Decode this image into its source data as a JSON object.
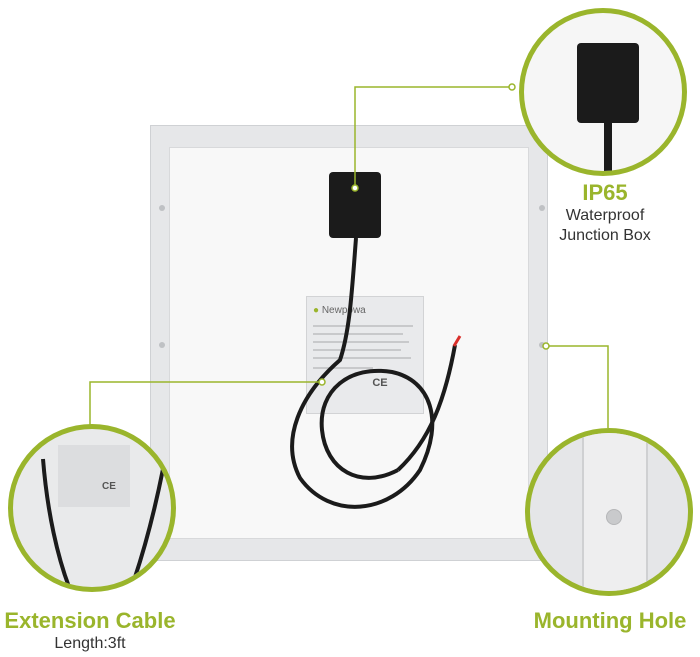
{
  "image_description_colors": {
    "accent": "#9ab52c",
    "panel_frame": "#e6e7e9",
    "cable": "#1b1b1b"
  },
  "callouts": {
    "junction_box": {
      "title": "IP65",
      "desc_line1": "Waterproof",
      "desc_line2": "Junction Box"
    },
    "extension_cable": {
      "title": "Extension Cable",
      "desc": "Length:3ft"
    },
    "mounting_hole": {
      "title": "Mounting Hole"
    }
  },
  "sticker": {
    "brand": "Newpowa",
    "ce_mark": "CE"
  },
  "icons": [
    "junction-box-icon",
    "cable-icon",
    "mounting-hole-icon"
  ]
}
